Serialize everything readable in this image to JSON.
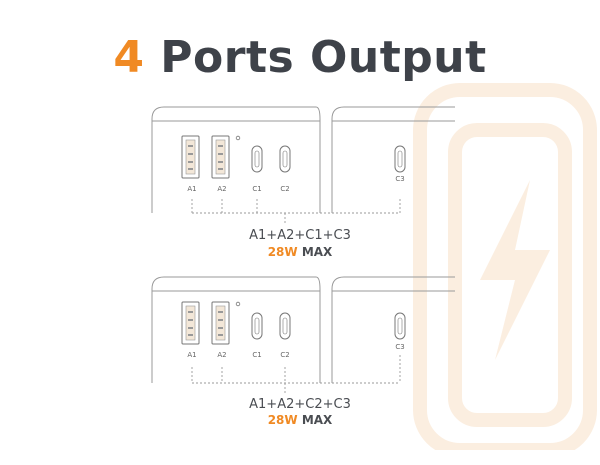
{
  "title": {
    "number": "4",
    "text": "Ports Output"
  },
  "panels": [
    {
      "ports": {
        "a1": "A1",
        "a2": "A2",
        "c1": "C1",
        "c2": "C2",
        "c3": "C3"
      },
      "combination": "A1+A2+C1+C3",
      "watt": "28W",
      "max": "MAX"
    },
    {
      "ports": {
        "a1": "A1",
        "a2": "A2",
        "c1": "C1",
        "c2": "C2",
        "c3": "C3"
      },
      "combination": "A1+A2+C2+C3",
      "watt": "28W",
      "max": "MAX"
    }
  ],
  "colors": {
    "accent": "#f08a24",
    "text": "#3e4249",
    "line": "#b5b5b5",
    "watermark": "#fbeee0"
  }
}
